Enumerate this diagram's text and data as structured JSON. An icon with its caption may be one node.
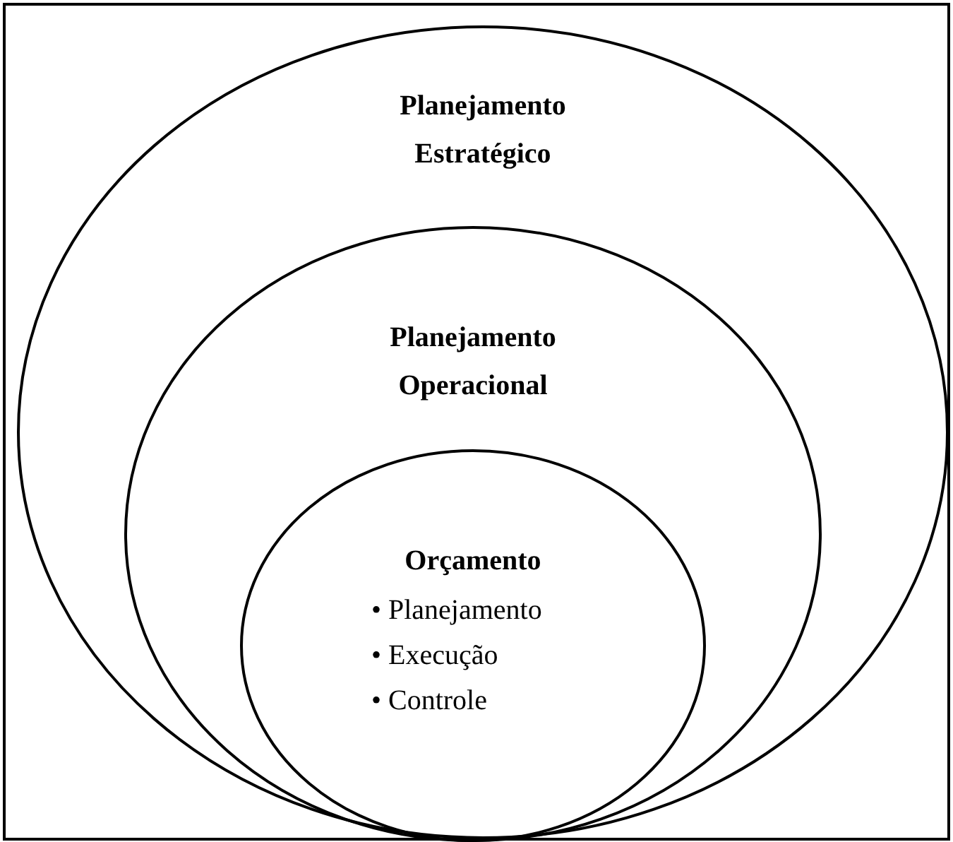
{
  "diagram": {
    "nodes": [
      {
        "text": [
          "Planejamento Estratégico"
        ]
      },
      {
        "text": [
          "Planejamento Operacional"
        ],
        "in": 0
      },
      {
        "text": [
          "Orçamento",
          "• Planejamento",
          "• Execução",
          "• Controle"
        ],
        "in": 1
      }
    ]
  }
}
